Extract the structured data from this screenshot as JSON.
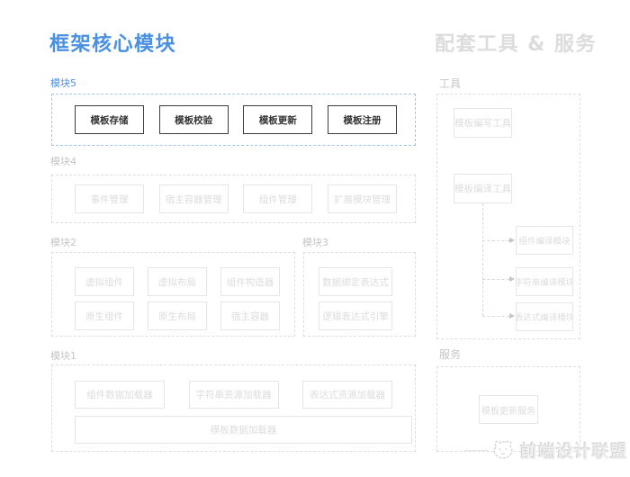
{
  "titles": {
    "core": "框架核心模块",
    "aux": "配套工具 & 服务"
  },
  "colors": {
    "accent_blue": "#4A90E2",
    "accent_blue_dashed": "#9CC6F0",
    "muted_gray_title": "#DCDCDC",
    "muted_gray_label": "#C6C6C6",
    "muted_gray_border": "#E6E6E6",
    "dark_box_border": "#3D3D3D",
    "dark_box_text": "#333333"
  },
  "module5": {
    "label": "模块5",
    "boxes": [
      "模板存储",
      "模板校验",
      "模板更新",
      "模板注册"
    ]
  },
  "module4": {
    "label": "模块4",
    "boxes": [
      "事件管理",
      "宿主容器管理",
      "组件管理",
      "扩展模块管理"
    ]
  },
  "module2": {
    "label": "模块2",
    "boxes": [
      "虚拟组件",
      "虚拟布局",
      "组件构造器",
      "原生组件",
      "原生布局",
      "宿主容器"
    ]
  },
  "module3": {
    "label": "模块3",
    "boxes": [
      "数据绑定表达式",
      "逻辑表达式引擎"
    ]
  },
  "module1": {
    "label": "模块1",
    "boxes": [
      "组件数据加载器",
      "字符串资源加载器",
      "表达式资源加载器"
    ],
    "wide_box": "模板数据加载器"
  },
  "tools": {
    "label": "工具",
    "boxes": [
      "模板编写工具",
      "模板编译工具"
    ],
    "targets": [
      "组件编译模块",
      "字符串编译模块",
      "表达式编译模块"
    ]
  },
  "services": {
    "label": "服务",
    "box": "模板更新服务"
  },
  "watermark": {
    "text": "前端设计联盟"
  }
}
